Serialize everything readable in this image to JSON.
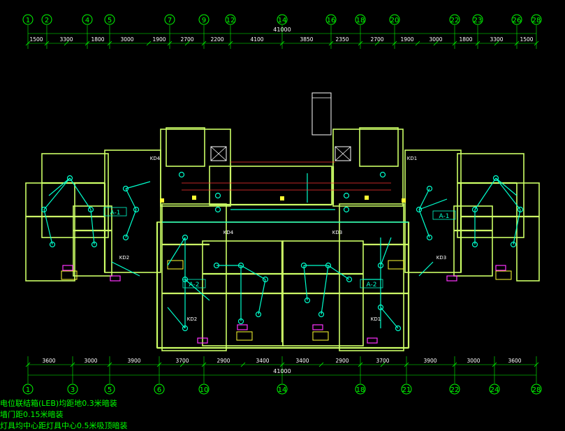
{
  "top_axes": [
    "1",
    "2",
    "4",
    "5",
    "7",
    "9",
    "12",
    "14",
    "16",
    "18",
    "20",
    "22",
    "23",
    "26",
    "28"
  ],
  "top_total": "41000",
  "top_dims": [
    "1500",
    "3300",
    "1800",
    "3000",
    "1900",
    "2700",
    "2200",
    "4100",
    "3850",
    "2350",
    "2700",
    "1900",
    "3000",
    "1800",
    "3300",
    "1500"
  ],
  "bottom_axes": [
    "1",
    "3",
    "5",
    "6",
    "10",
    "14",
    "18",
    "21",
    "22",
    "24",
    "28"
  ],
  "bottom_total": "41000",
  "bottom_dims": [
    "3600",
    "3000",
    "3900",
    "3700",
    "2900",
    "3400",
    "3400",
    "2900",
    "3700",
    "3900",
    "3000",
    "3600"
  ],
  "unit_labels": [
    "A-1",
    "A-2",
    "A-2",
    "A-1"
  ],
  "box_labels": [
    "KD4",
    "KD1",
    "KD2",
    "KD2",
    "KD1",
    "KD3",
    "KD4",
    "KD3"
  ],
  "notes": [
    "电位联结箱(LEB)均距地0.3米暗装",
    "墙门距0.15米暗装",
    "灯具均中心距灯具中心0.5米吸顶暗装"
  ],
  "colors": {
    "axis": "#00ff00",
    "wall": "#ccff66",
    "wire": "#00ffcc",
    "red": "#ff3333",
    "magenta": "#ff33ff",
    "white": "#ffffff",
    "yellow": "#ffff33",
    "blue": "#3366ff"
  }
}
